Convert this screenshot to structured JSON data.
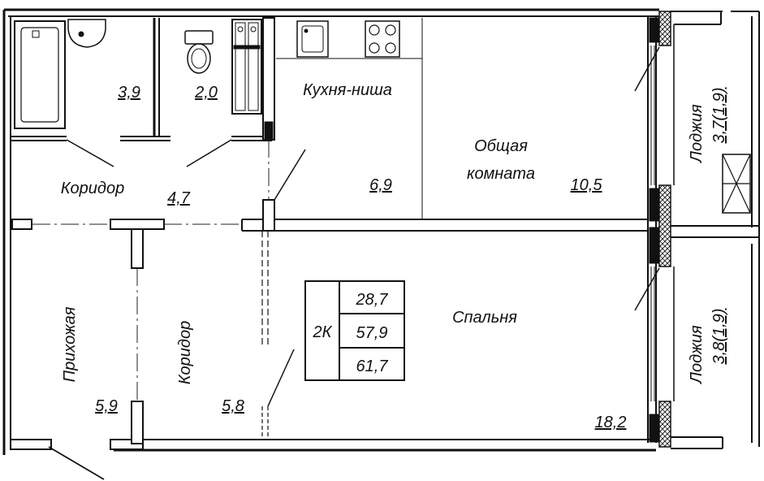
{
  "plan": {
    "rooms": {
      "bathroom": {
        "area": "3,9"
      },
      "toilet": {
        "area": "2,0"
      },
      "kitchen": {
        "name": "Кухня-ниша",
        "area": "6,9"
      },
      "living": {
        "name_line1": "Общая",
        "name_line2": "комната",
        "area": "10,5"
      },
      "corridor_top": {
        "name": "Коридор",
        "area": "4,7"
      },
      "corridor_mid": {
        "name": "Коридор",
        "area": "5,8"
      },
      "hall": {
        "name": "Прихожая",
        "area": "5,9"
      },
      "bedroom": {
        "name": "Спальня",
        "area": "18,2"
      },
      "loggia_top": {
        "name": "Лоджия",
        "area": "3,7(1,9)"
      },
      "loggia_bottom": {
        "name": "Лоджия",
        "area": "3,8(1,9)"
      }
    },
    "summary": {
      "type": "2К",
      "living_area": "28,7",
      "total_area": "57,9",
      "total_with_loggia": "61,7"
    }
  }
}
